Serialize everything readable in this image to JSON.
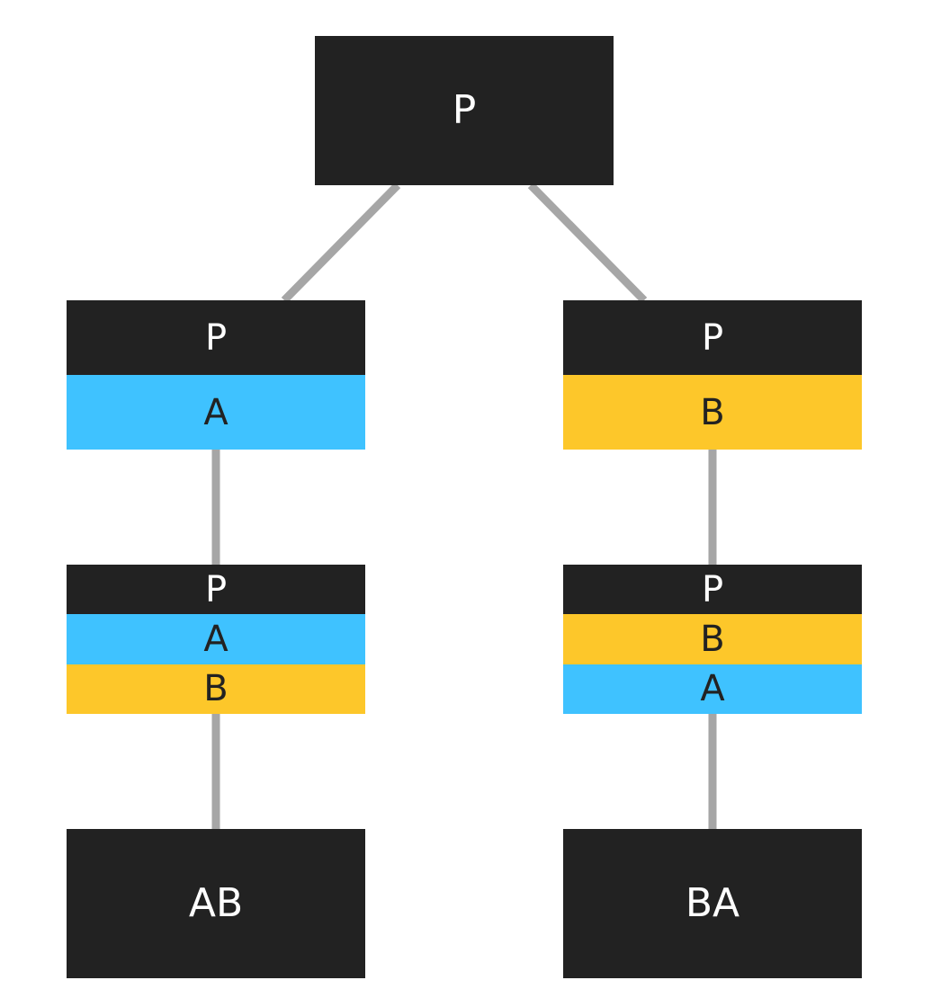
{
  "colors": {
    "dark": "#222222",
    "blue": "#3fc2ff",
    "yellow": "#fdc72a",
    "connector": "#a6a6a6"
  },
  "nodes": {
    "root": {
      "layers": [
        {
          "label": "P",
          "color": "dark"
        }
      ]
    },
    "left_1": {
      "layers": [
        {
          "label": "P",
          "color": "dark"
        },
        {
          "label": "A",
          "color": "blue"
        }
      ]
    },
    "right_1": {
      "layers": [
        {
          "label": "P",
          "color": "dark"
        },
        {
          "label": "B",
          "color": "yellow"
        }
      ]
    },
    "left_2": {
      "layers": [
        {
          "label": "P",
          "color": "dark"
        },
        {
          "label": "A",
          "color": "blue"
        },
        {
          "label": "B",
          "color": "yellow"
        }
      ]
    },
    "right_2": {
      "layers": [
        {
          "label": "P",
          "color": "dark"
        },
        {
          "label": "B",
          "color": "yellow"
        },
        {
          "label": "A",
          "color": "blue"
        }
      ]
    },
    "left_3": {
      "layers": [
        {
          "label": "AB",
          "color": "dark"
        }
      ]
    },
    "right_3": {
      "layers": [
        {
          "label": "BA",
          "color": "dark"
        }
      ]
    }
  }
}
